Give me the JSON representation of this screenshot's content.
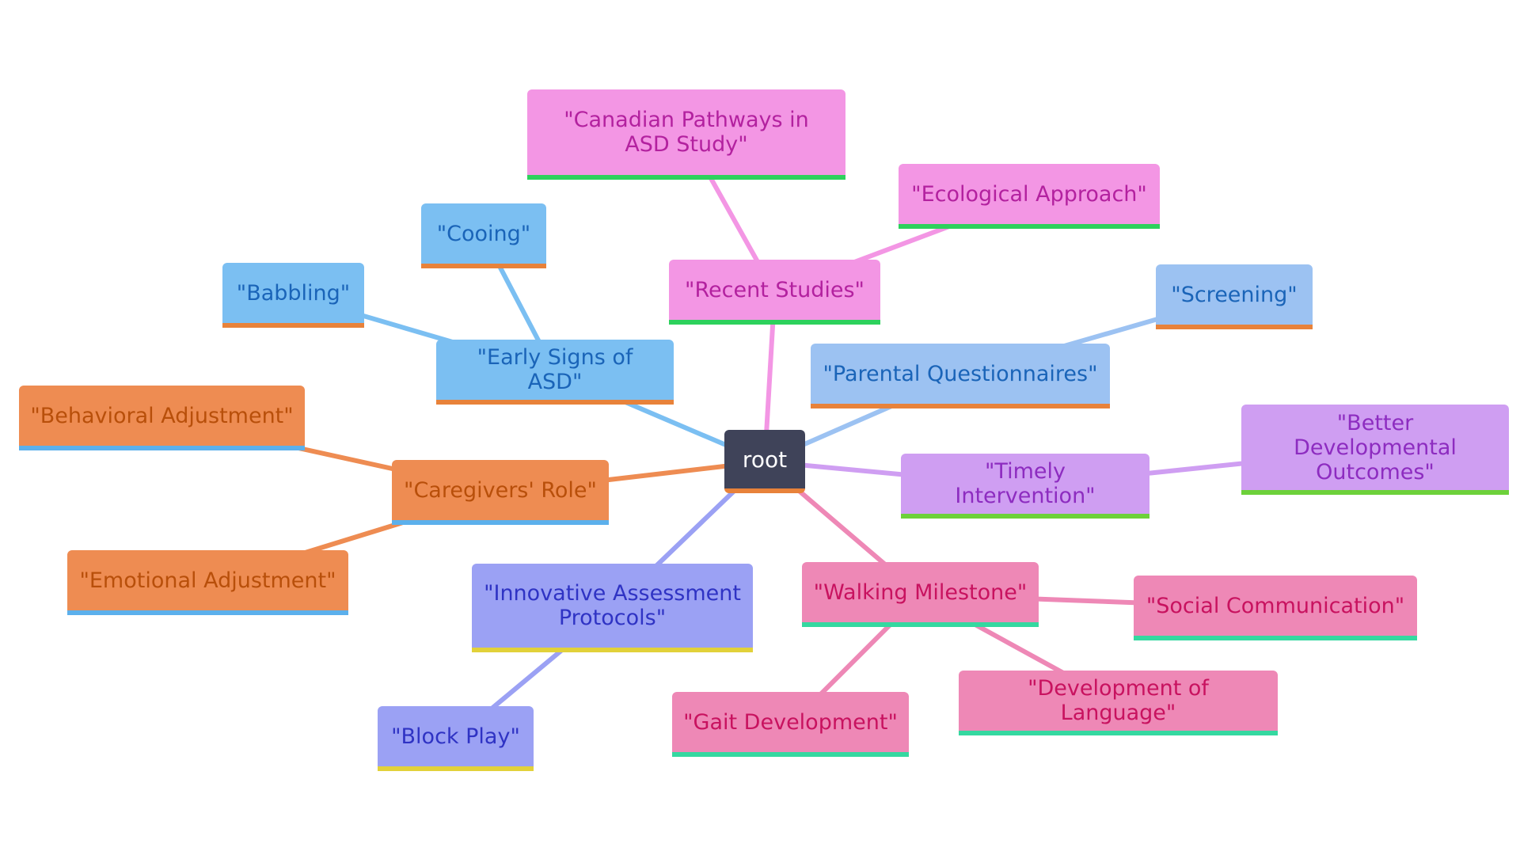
{
  "root": {
    "label": "root",
    "fill": "#3f4359",
    "text": "#ffffff",
    "accent": "#e8823a"
  },
  "branches": [
    {
      "id": "early",
      "label": "\"Early Signs of ASD\"",
      "fill": "#7bbff2",
      "text": "#1a64b8",
      "accent": "#e8823a",
      "link": "#7bbff2",
      "children": [
        {
          "id": "babbling",
          "label": "\"Babbling\""
        },
        {
          "id": "cooing",
          "label": "\"Cooing\""
        }
      ]
    },
    {
      "id": "recent",
      "label": "\"Recent Studies\"",
      "fill": "#f396e4",
      "text": "#b3219f",
      "accent": "#2dd15c",
      "link": "#f396e4",
      "children": [
        {
          "id": "canadian",
          "label": "\"Canadian Pathways in ASD Study\""
        },
        {
          "id": "ecological",
          "label": "\"Ecological Approach\""
        }
      ]
    },
    {
      "id": "parental",
      "label": "\"Parental Questionnaires\"",
      "fill": "#9cc2f2",
      "text": "#1a64b8",
      "accent": "#e8823a",
      "link": "#9cc2f2",
      "children": [
        {
          "id": "screening",
          "label": "\"Screening\""
        }
      ]
    },
    {
      "id": "timely",
      "label": "\"Timely Intervention\"",
      "fill": "#cf9ef2",
      "text": "#8d2cc0",
      "accent": "#6dd13a",
      "link": "#cf9ef2",
      "children": [
        {
          "id": "outcomes",
          "label": "\"Better Developmental Outcomes\""
        }
      ]
    },
    {
      "id": "walking",
      "label": "\"Walking Milestone\"",
      "fill": "#ee88b6",
      "text": "#c8125f",
      "accent": "#35d8a0",
      "link": "#ee88b6",
      "children": [
        {
          "id": "social",
          "label": "\"Social Communication\""
        },
        {
          "id": "language",
          "label": "\"Development of Language\""
        },
        {
          "id": "gait",
          "label": "\"Gait Development\""
        }
      ]
    },
    {
      "id": "innovative",
      "label": "\"Innovative Assessment Protocols\"",
      "fill": "#9ba1f4",
      "text": "#2f33c4",
      "accent": "#e2d13a",
      "link": "#9ba1f4",
      "children": [
        {
          "id": "block",
          "label": "\"Block Play\""
        }
      ]
    },
    {
      "id": "caregivers",
      "label": "\"Caregivers' Role\"",
      "fill": "#ee8c52",
      "text": "#b84f0a",
      "accent": "#5cb0ec",
      "link": "#ee8c52",
      "children": [
        {
          "id": "behavioral",
          "label": "\"Behavioral Adjustment\""
        },
        {
          "id": "emotional",
          "label": "\"Emotional Adjustment\""
        }
      ]
    }
  ]
}
